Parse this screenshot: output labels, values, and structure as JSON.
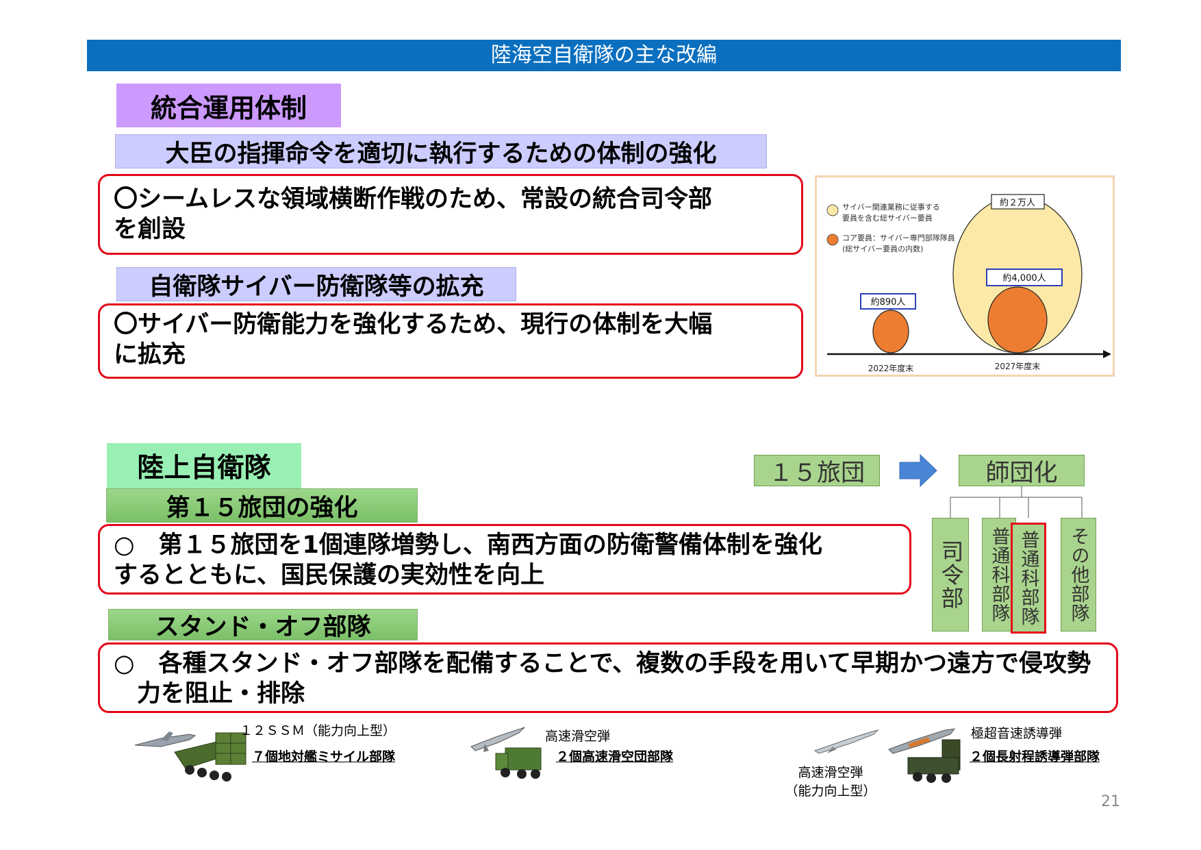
{
  "title": "陸海空自衛隊の主な改編",
  "joint": {
    "heading": "統合運用体制",
    "sub1": "大臣の指揮命令を適切に執行するための体制の強化",
    "box1_line1": "〇シームレスな領域横断作戦のため、常設の統合司令部",
    "box1_line2": "を創設",
    "sub2": "自衛隊サイバー防衛隊等の拡充",
    "box2_line1": "〇サイバー防衛能力を強化するため、現行の体制を大幅",
    "box2_line2": "に拡充"
  },
  "cyber_chart": {
    "legend_total_l1": "サイバー関連業務に従事する",
    "legend_total_l2": "要員を含む総サイバー要員",
    "legend_core_l1": "コア要員：サイバー専門部隊隊員",
    "legend_core_l2": "(総サイバー要員の内数)",
    "label_2022": "約890人",
    "label_total_2027": "約２万人",
    "label_core_2027": "約4,000人",
    "x_2022": "2022年度末",
    "x_2027": "2027年度末",
    "colors": {
      "total": "#fde9a7",
      "core": "#ed7d31",
      "label_border": "#2f3fb8"
    }
  },
  "gsdf": {
    "heading": "陸上自衛隊",
    "sub1": "第１５旅団の強化",
    "box1_line1": "○　第１５旅団を1個連隊増勢し、南西方面の防衛警備体制を強化",
    "box1_line2": "するとともに、国民保護の実効性を向上",
    "sub2": "スタンド・オフ部隊",
    "box2_line1": "○　各種スタンド・オフ部隊を配備することで、複数の手段を用いて早期かつ遠方で侵攻勢",
    "box2_line2": "力を阻止・排除"
  },
  "org": {
    "from": "１５旅団",
    "to": "師団化",
    "units": [
      "司令部",
      "普通科部隊",
      "普通科部隊",
      "その他部隊"
    ]
  },
  "units": {
    "ssm_caption": "１２ＳＳＭ（能力向上型）",
    "ssm_units": "７個地対艦ミサイル部隊",
    "hvgp_caption": "高速滑空弾",
    "hvgp_units": "２個高速滑空団部隊",
    "hvgp2_caption_l1": "高速滑空弾",
    "hvgp2_caption_l2": "（能力向上型）",
    "hyper_caption": "極超音速誘導弾",
    "hyper_units": "２個長射程誘導弾部隊"
  },
  "page_number": "21"
}
